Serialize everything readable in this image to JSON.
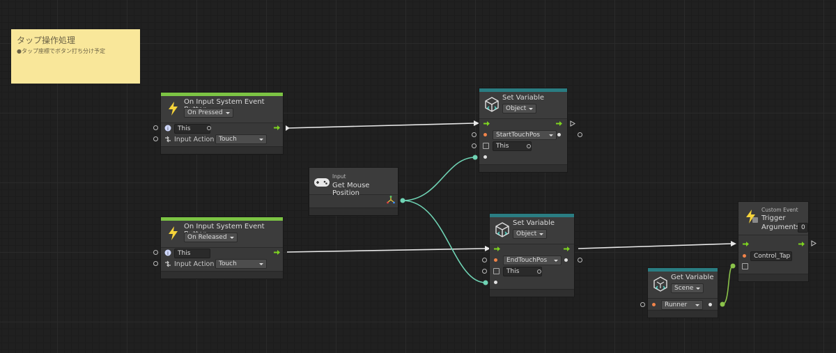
{
  "sticky_note": {
    "title": "タップ操作処理",
    "subtitle": "●タップ座標でボタン打ち分け予定"
  },
  "pressed_node": {
    "title": "On Input System Event Button",
    "event_dropdown": "On Pressed",
    "target_value": "This",
    "input_action_label": "Input Action",
    "input_action_value": "Touch"
  },
  "released_node": {
    "title": "On Input System Event Button",
    "event_dropdown": "On Released",
    "target_value": "This",
    "input_action_label": "Input Action",
    "input_action_value": "Touch"
  },
  "mouse_node": {
    "category": "Input",
    "title": "Get Mouse Position"
  },
  "set_var_start": {
    "title": "Set Variable",
    "kind_dropdown": "Object",
    "variable_name": "StartTouchPos",
    "target_value": "This"
  },
  "set_var_end": {
    "title": "Set Variable",
    "kind_dropdown": "Object",
    "variable_name": "EndTouchPos",
    "target_value": "This"
  },
  "get_var_node": {
    "title": "Get Variable",
    "kind_dropdown": "Scene",
    "variable_name": "Runner"
  },
  "custom_event_node": {
    "category": "Custom Event",
    "title": "Trigger",
    "arguments_label": "Arguments",
    "arguments_count": "0",
    "event_name": "Control_Tap"
  },
  "colors": {
    "flow_arrow": "#7ed321",
    "vector_wire": "#6fd3b4",
    "object_wire": "#8bc34a",
    "header_green": "#7cc444",
    "header_teal": "#2a7d82",
    "sticky": "#f9e79a"
  }
}
